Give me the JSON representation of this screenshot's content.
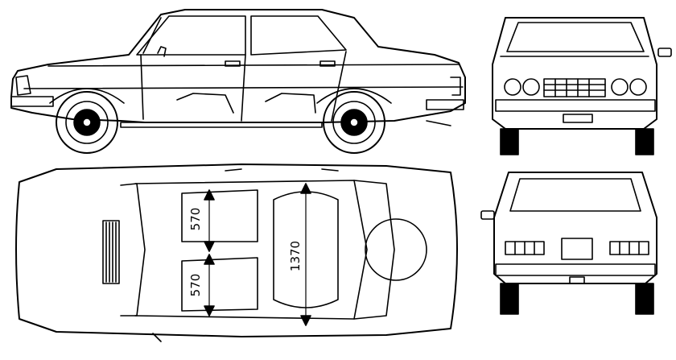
{
  "dimensions": {
    "front_seat_width": "570",
    "rear_seat_width": "570",
    "interior_length": "1370"
  },
  "colors": {
    "line": "#000000",
    "paper": "#ffffff"
  }
}
